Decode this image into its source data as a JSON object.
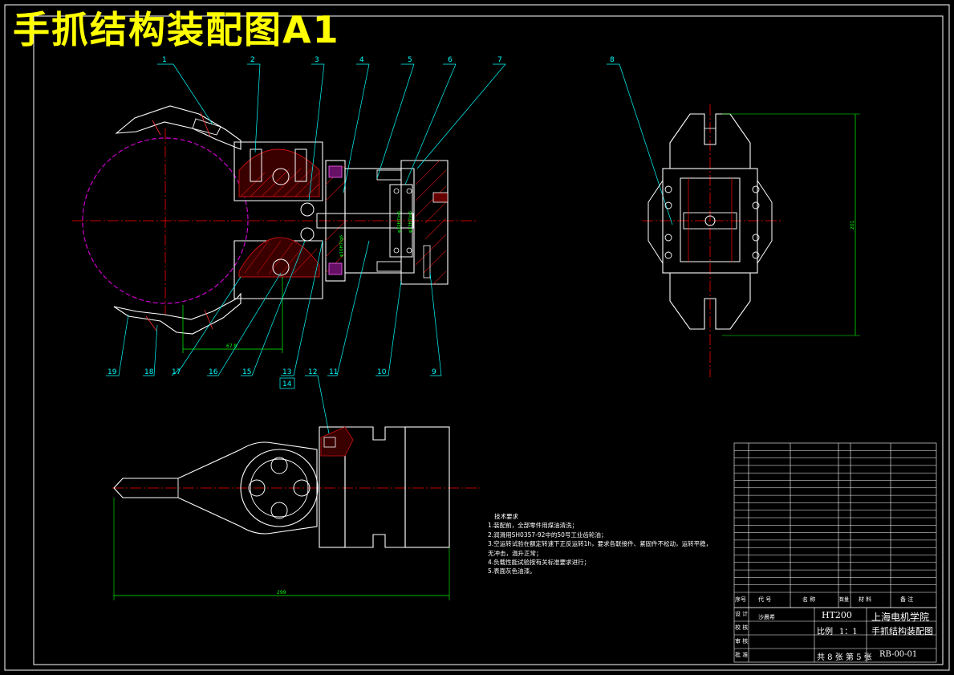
{
  "title": "手抓结构装配图A1",
  "part_callouts_top": [
    "1",
    "2",
    "3",
    "4",
    "5",
    "6",
    "7",
    "8"
  ],
  "part_callouts_bottom": [
    "19",
    "18",
    "17",
    "16",
    "15",
    "13",
    "14",
    "12",
    "11",
    "10",
    "9"
  ],
  "dimensions": {
    "center_distance": "67.8",
    "overall_height": "201",
    "overall_length": "299",
    "fit_1": "φ32H7/n6",
    "fit_2": "φ13H7/n6",
    "fit_3": "φ16H7/g6"
  },
  "technical_notes": {
    "heading": "技术要求",
    "items": [
      "1.装配前，全部零件用煤油清洗；",
      "2.润滑用SH0357-92中的50号工业齿轮油；",
      "3.空运转试验在额定转速下正反运转1h，要求各联接件、紧固件不松动，运转平稳，",
      "无冲击，温升正常；",
      "4.负载性能试验按有关标准要求进行；",
      "5.表面灰色油漆。"
    ]
  },
  "title_block": {
    "material": "HT200",
    "school": "上海电机学院",
    "scale_label": "比例",
    "scale_value": "1：1",
    "drawing_name": "手抓结构装配图",
    "sheet_info": "共 8 张  第 5 张",
    "drawing_number": "RB-00-01",
    "row_labels": [
      "设 计",
      "校 核",
      "审 核",
      "批 准"
    ],
    "designer": "沙晨希",
    "header_cols": [
      "序号",
      "代 号",
      "名 称",
      "数量",
      "材 料",
      "备 注"
    ]
  },
  "colors": {
    "background": "#000000",
    "outline": "#ffffff",
    "centerline": "#ff0000",
    "dimension": "#00ff00",
    "leader": "#00ffff",
    "hatch": "#cc1111",
    "workpiece": "#cc00cc",
    "title": "#ffff00"
  }
}
